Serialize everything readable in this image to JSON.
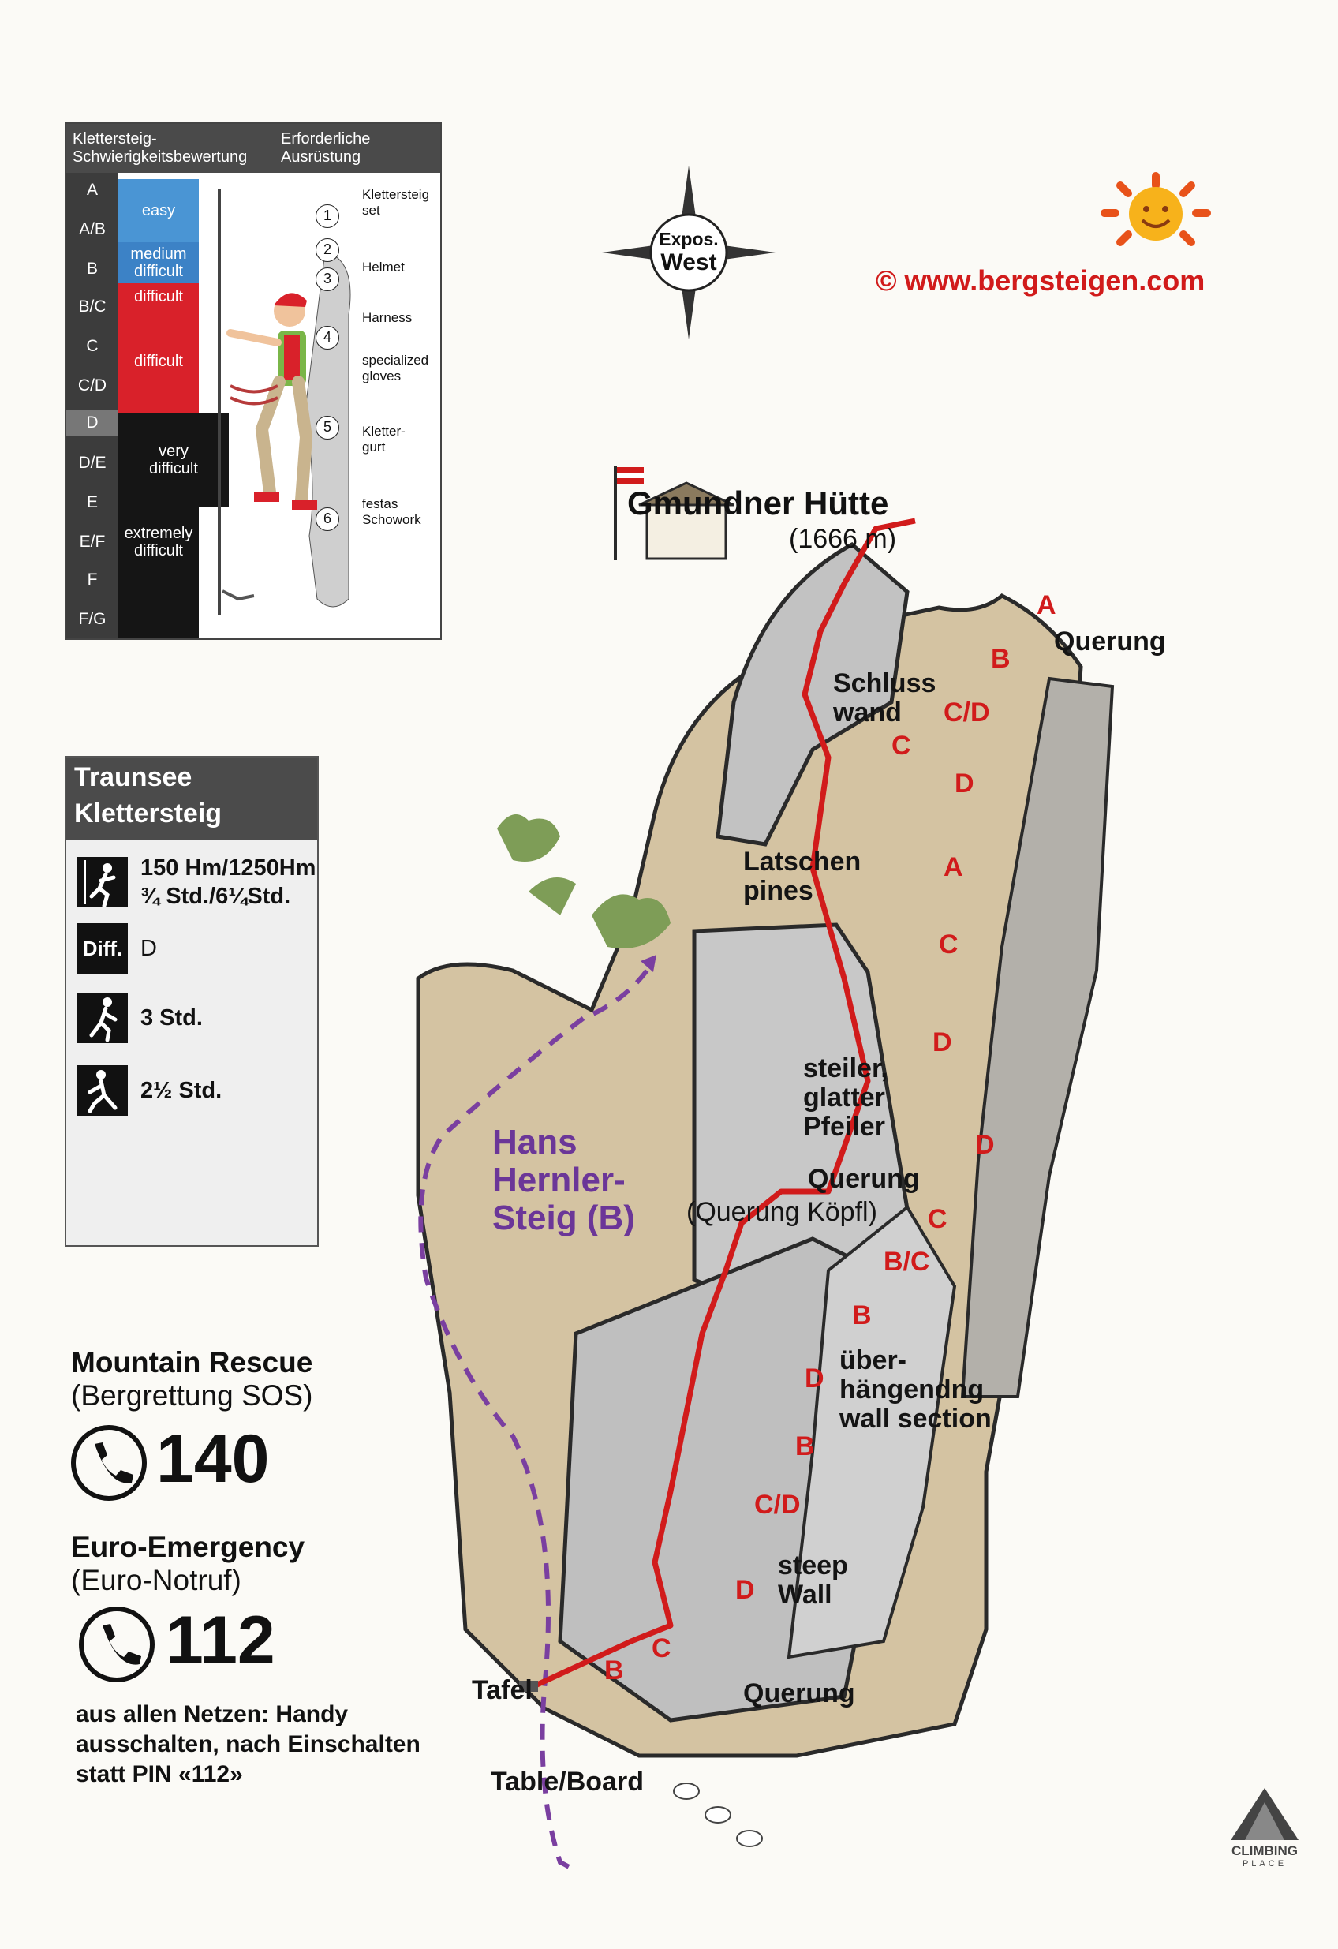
{
  "scale": {
    "header_left": [
      "Klettersteig-",
      "Schwierigkeitsbewertung"
    ],
    "header_right": [
      "Erforderliche",
      "Ausrüstung"
    ],
    "grades": [
      "A",
      "A/B",
      "B",
      "B/C",
      "C",
      "C/D",
      "D",
      "D/E",
      "E",
      "E/F",
      "F",
      "F/G"
    ],
    "bands": [
      {
        "label": "easy",
        "color": "#3f8fd0"
      },
      {
        "label": "medium difficult",
        "color": "#3a7fc4"
      },
      {
        "label": "difficult",
        "color": "#d9212a"
      },
      {
        "label": "difficult",
        "color": "#d9212a"
      },
      {
        "label": "very difficult",
        "color": "#151515"
      },
      {
        "label": "extremely difficult",
        "color": "#151515"
      }
    ],
    "equipment": [
      {
        "num": "1",
        "label": "Klettersteig set"
      },
      {
        "num": "2",
        "label": "Helmet"
      },
      {
        "num": "3",
        "label": ""
      },
      {
        "num": "4",
        "label": "Harness"
      },
      {
        "num": "5",
        "label": "specialized gloves"
      },
      {
        "num": "6",
        "label": "Kletter-gurt"
      }
    ],
    "extra_label": "festas Schowork"
  },
  "compass": {
    "line1": "Expos.",
    "line2": "West"
  },
  "copyright": "© www.bergsteigen.com",
  "info": {
    "title_line1": "Traunsee",
    "title_line2": "Klettersteig",
    "ascent": "150 Hm/1250Hm",
    "time": "¾ Std./6¼Std.",
    "diff_badge": "Diff.",
    "diff_value": "D",
    "ascent_time": "3 Std.",
    "descent_time": "2½ Std."
  },
  "emergency": {
    "rescue_title": "Mountain Rescue",
    "rescue_sub": "(Bergrettung SOS)",
    "rescue_num": "140",
    "euro_title": "Euro-Emergency",
    "euro_sub": "(Euro-Notruf)",
    "euro_num": "112",
    "note_lines": [
      "aus allen Netzen: Handy",
      "ausschalten, nach Einschalten",
      "statt PIN «112»"
    ]
  },
  "map": {
    "summit_name": "Gmundner Hütte",
    "summit_alt": "(1666 m)",
    "labels": {
      "querung_top": "Querung",
      "schlusswand": [
        "Schluss",
        "wand"
      ],
      "latschen": [
        "Latschen",
        "pines"
      ],
      "pfeiler": [
        "steiler,",
        "glatter",
        "Pfeiler"
      ],
      "querung_mid": "Querung",
      "querung_kopfl": "(Querung Köpfl)",
      "hangend": [
        "über-",
        "hängendng",
        "wall section"
      ],
      "steep_wall": [
        "steep",
        "Wall"
      ],
      "querung_bottom": "Querung",
      "tafel": "Tafel",
      "table_board": "Table/Board",
      "hans": [
        "Hans",
        "Hernler-",
        "Steig (B)"
      ]
    },
    "grades": [
      "A",
      "B",
      "C/D",
      "C",
      "D",
      "A",
      "C",
      "D",
      "D",
      "C",
      "B/C",
      "B",
      "D",
      "B",
      "C/D",
      "D",
      "C",
      "B"
    ]
  },
  "logo": {
    "line1": "CLIMBING",
    "line2": "PLACE"
  }
}
